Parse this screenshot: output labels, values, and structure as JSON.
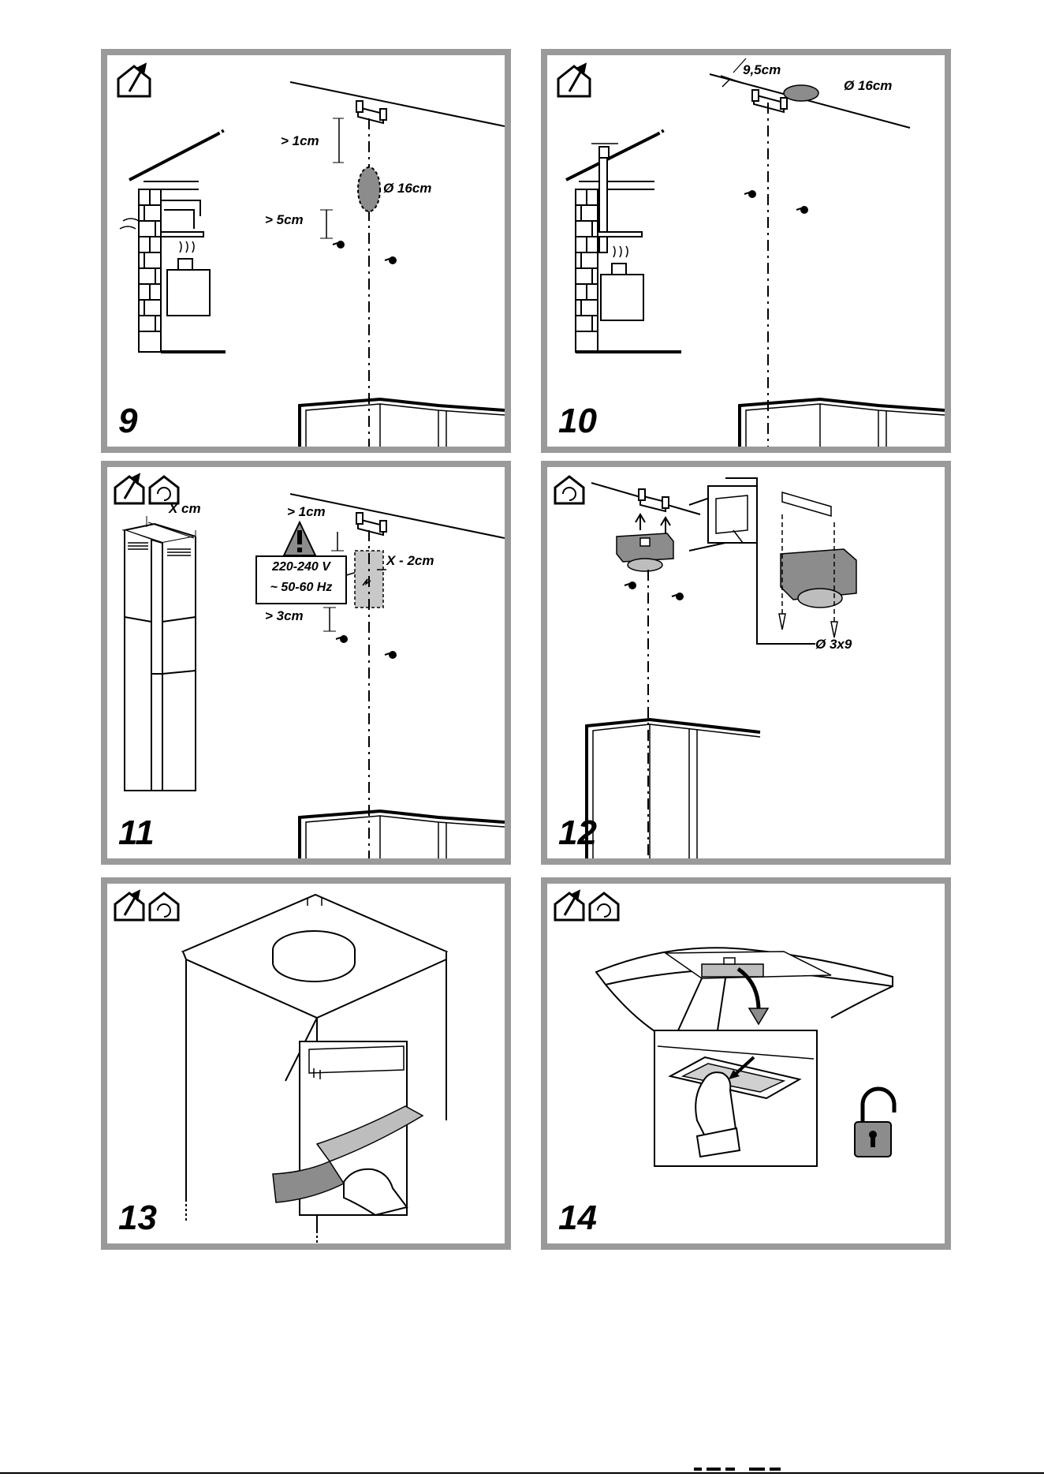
{
  "panels": {
    "p9": {
      "number": "9",
      "label_top": "> 1cm",
      "label_dia": "Ø 16cm",
      "label_low": "> 5cm"
    },
    "p10": {
      "number": "10",
      "label_width": "9,5cm",
      "label_dia": "Ø 16cm"
    },
    "p11": {
      "number": "11",
      "label_chimney": "X cm",
      "label_top": "> 1cm",
      "label_zone": "X - 2cm",
      "label_low": "> 3cm",
      "voltage": "220-240 V",
      "frequency": "~ 50-60 Hz"
    },
    "p12": {
      "number": "12",
      "label_screw": "Ø 3x9"
    },
    "p13": {
      "number": "13"
    },
    "p14": {
      "number": "14"
    }
  },
  "colors": {
    "frame": "#9a9a9a",
    "ink": "#000000",
    "shade": "#8c8c8c"
  },
  "icons": [
    "ducted-extraction-icon",
    "recirculation-icon",
    "warning-triangle-icon",
    "unlocked-padlock-icon"
  ]
}
